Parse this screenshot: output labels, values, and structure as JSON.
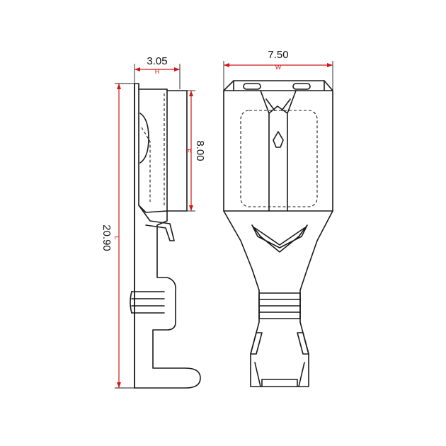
{
  "dimensions": {
    "height": {
      "value": "3.05",
      "letter": "H"
    },
    "width": {
      "value": "7.50",
      "letter": "W"
    },
    "entry": {
      "value": "8.00",
      "letter": "E"
    },
    "length": {
      "value": "20.90",
      "letter": "L"
    }
  },
  "colors": {
    "dimension": "#d01818",
    "outline": "#1a1a1a",
    "background": "#ffffff"
  }
}
